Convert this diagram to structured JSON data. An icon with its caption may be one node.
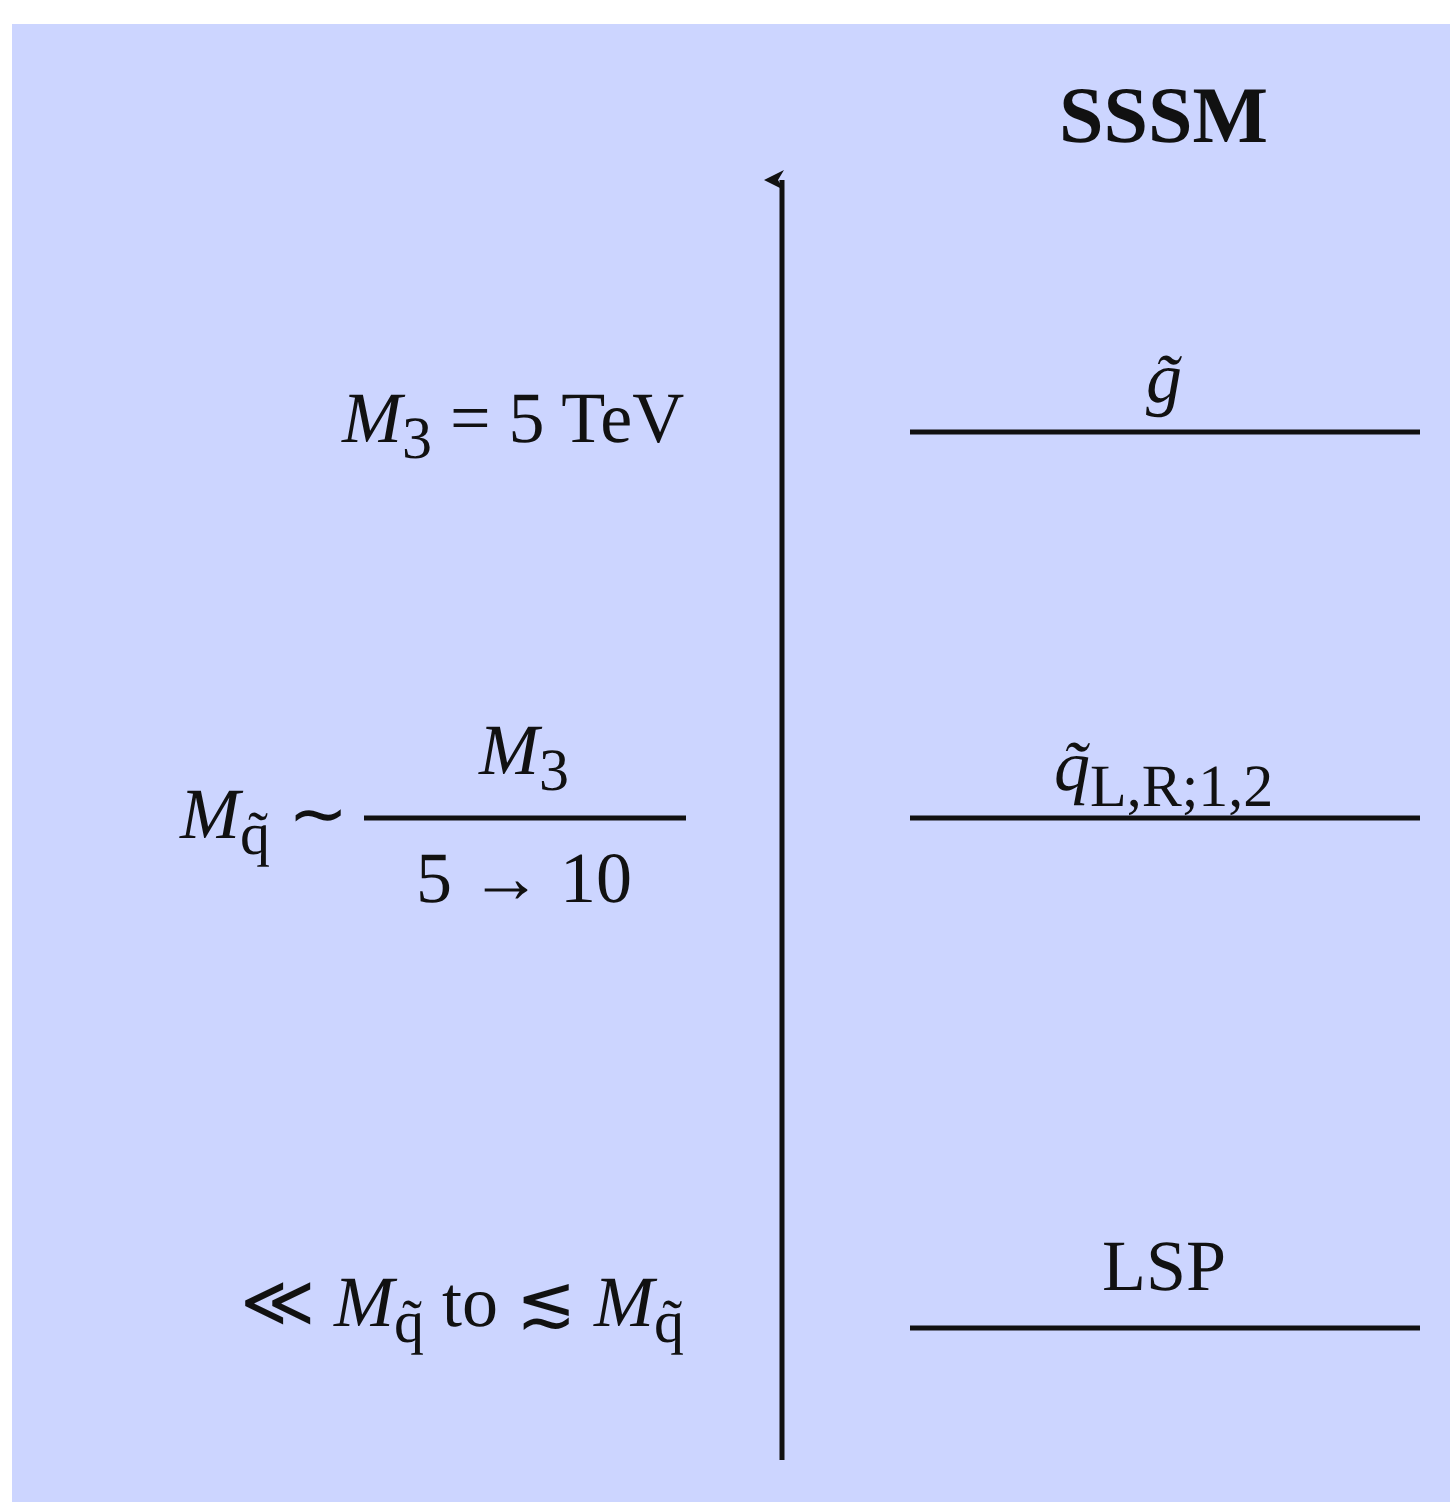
{
  "diagram": {
    "title": "SSSM",
    "labels": [
      "*M*$_{3}$ = 5 TeV",
      "g̃",
      "*M*$_{q̃}$ ∼",
      "*M*$_{3}$",
      "5 → 10",
      "*q̃*$_{L,R;1,2}$",
      "≪ *M*$_{q̃}$  to  ≲ *M*$_{q̃}$",
      "LSP"
    ]
  }
}
